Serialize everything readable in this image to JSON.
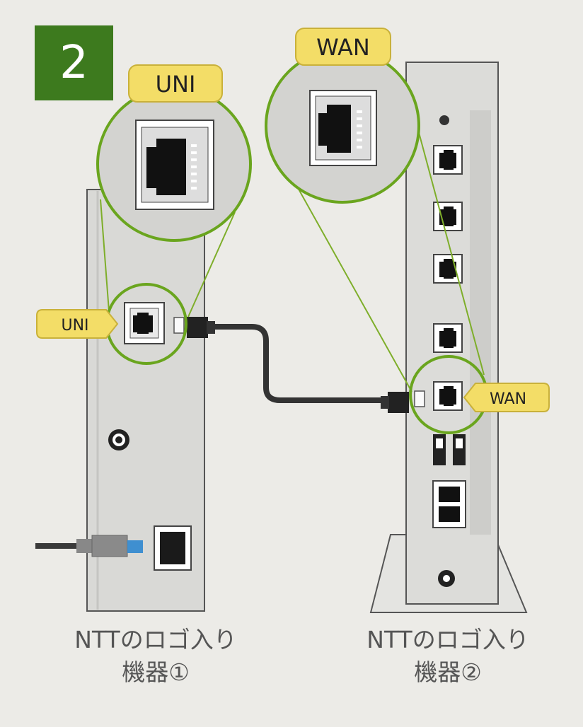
{
  "step": {
    "number": "2"
  },
  "labels": {
    "uni_zoom": "UNI",
    "wan_zoom": "WAN",
    "uni_port": "UNI",
    "wan_port": "WAN"
  },
  "devices": [
    {
      "caption_line1": "NTTのロゴ入り",
      "caption_line2": "機器①"
    },
    {
      "caption_line1": "NTTのロゴ入り",
      "caption_line2": "機器②"
    }
  ],
  "colors": {
    "accent_green": "#3d7a1e",
    "callout_green": "#6aa51e",
    "label_yellow": "#f3dd67",
    "device_gray": "#d9d9d6",
    "outline": "#555555"
  }
}
